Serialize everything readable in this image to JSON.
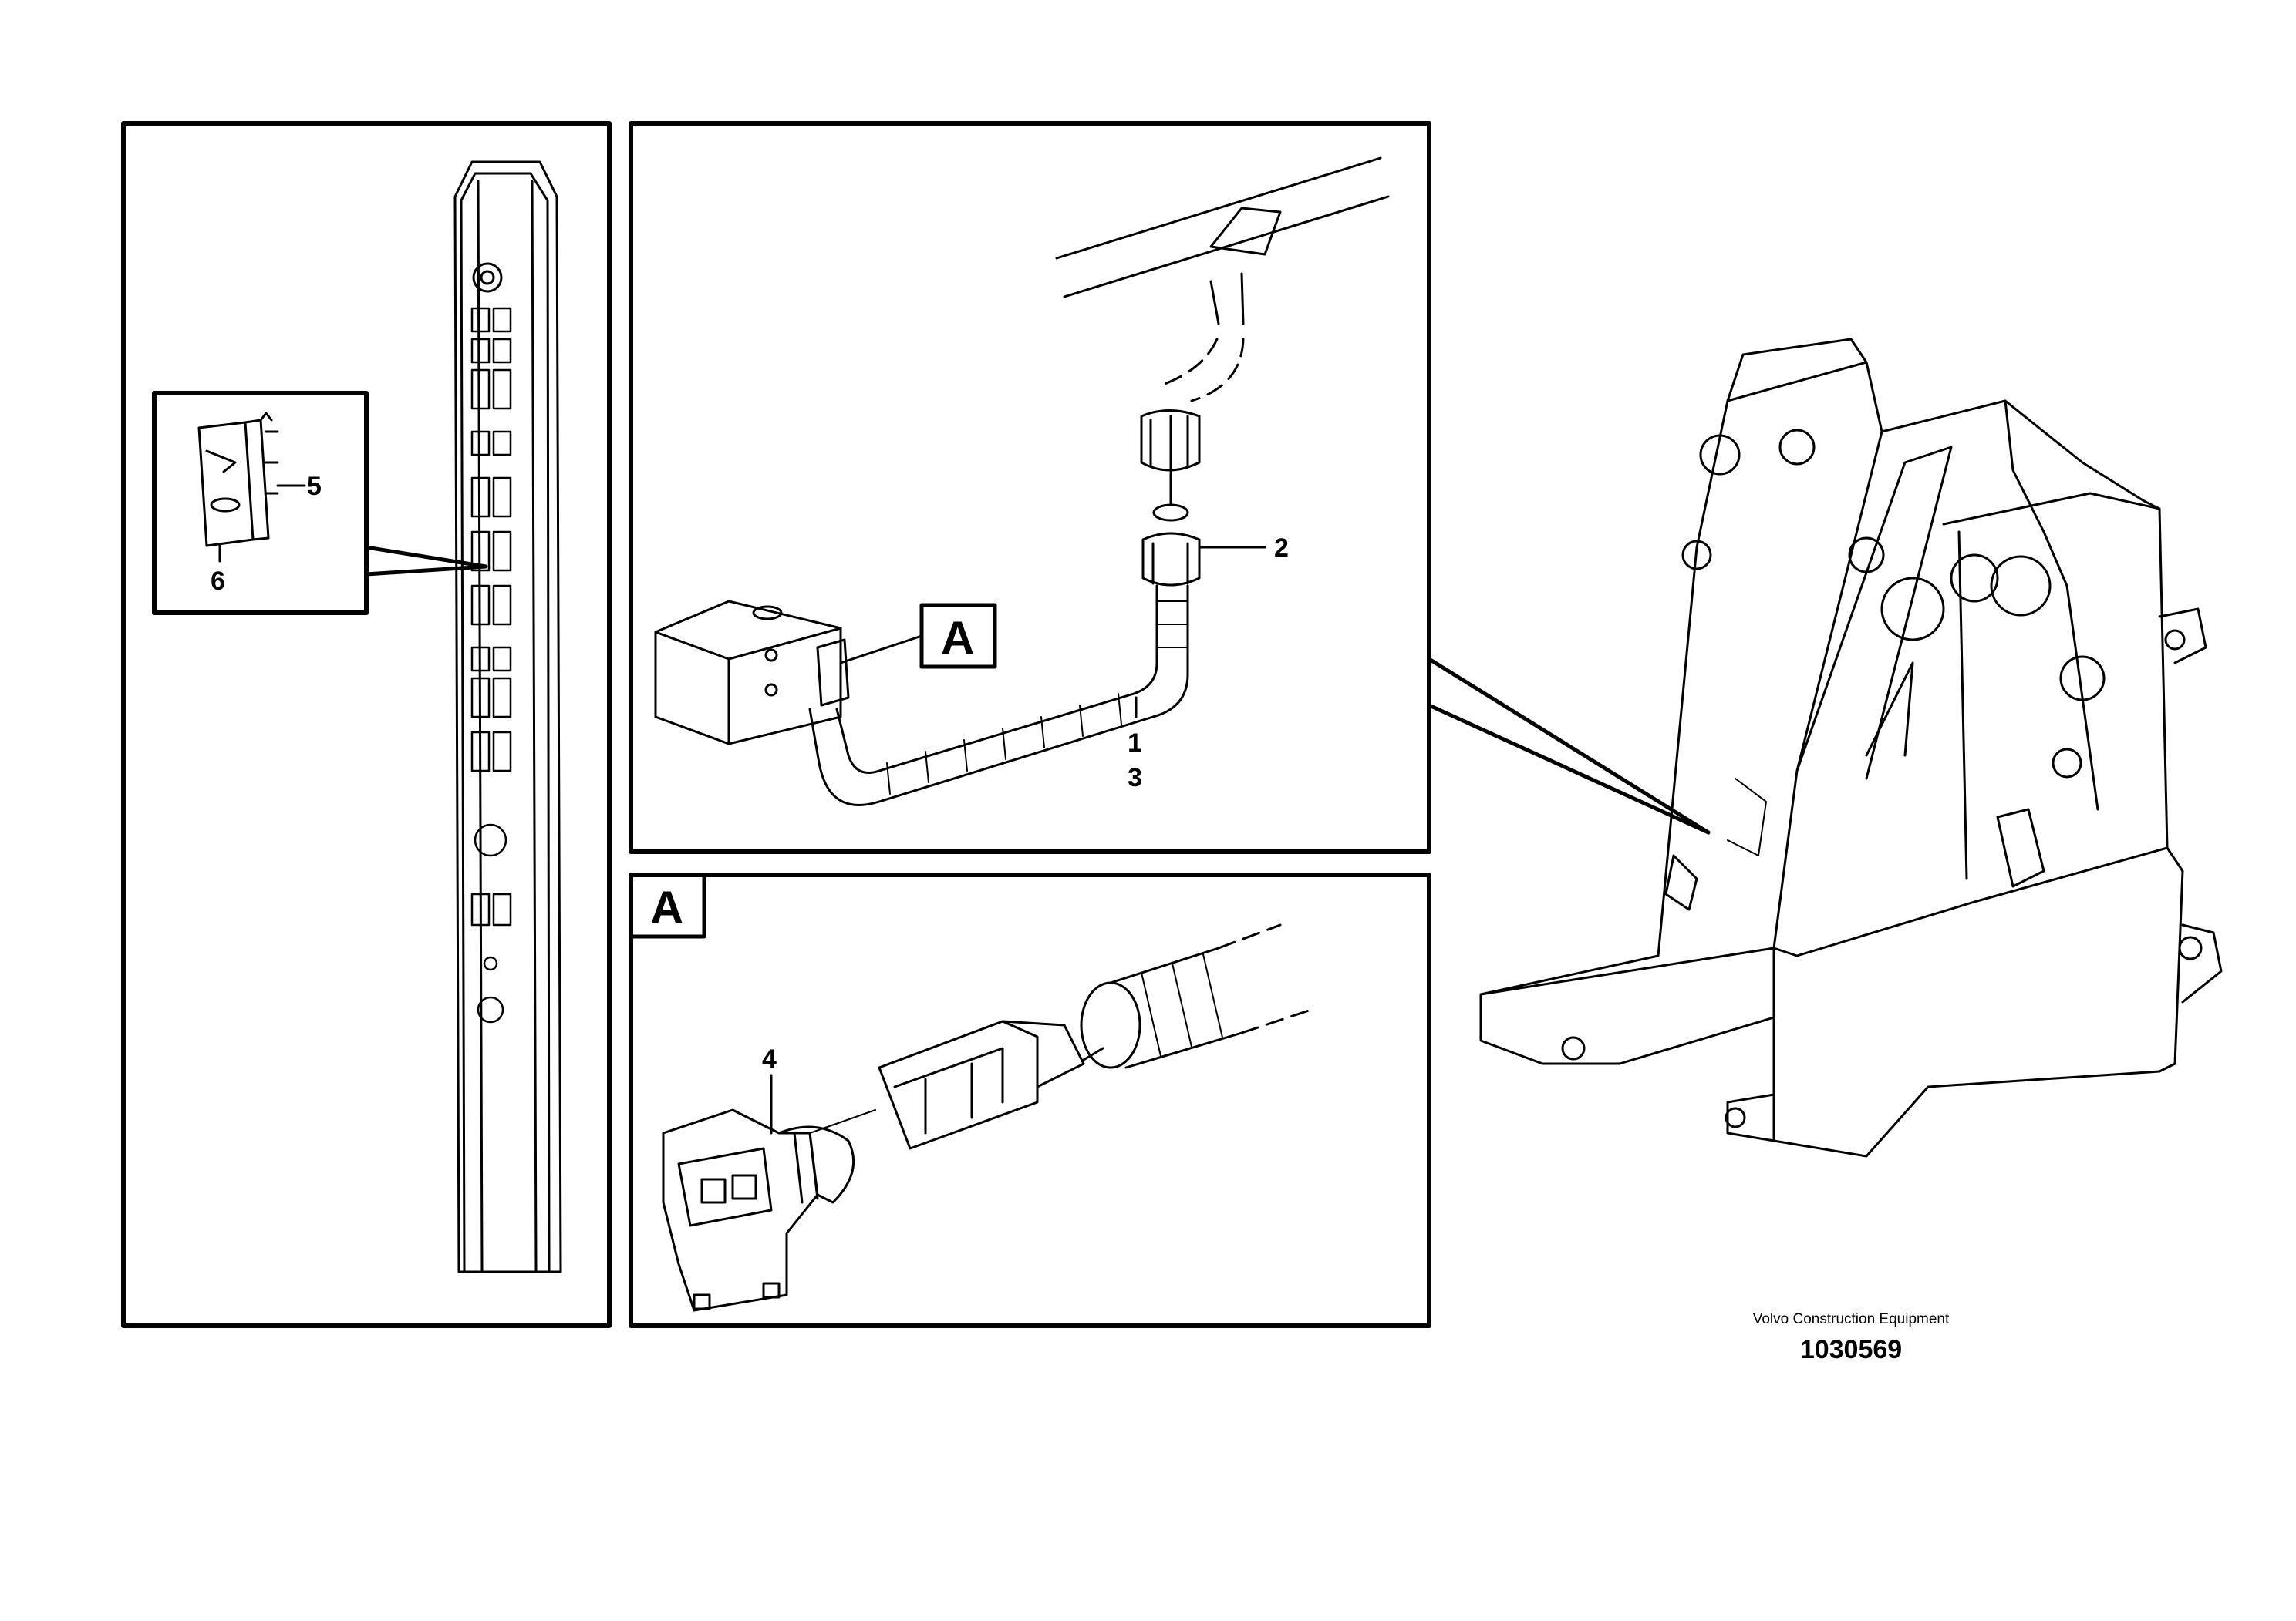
{
  "callouts": {
    "c1": "1",
    "c2": "2",
    "c3": "3",
    "c4": "4",
    "c5": "5",
    "c6": "6"
  },
  "detail_markers": {
    "top": "A",
    "bottom": "A"
  },
  "footer": {
    "company": "Volvo Construction Equipment",
    "drawing_number": "1030569"
  }
}
